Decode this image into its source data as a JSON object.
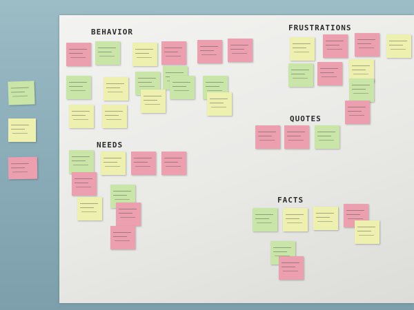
{
  "headings": {
    "behavior": "BEHAVIOR",
    "frustrations": "FRUSTRATIONS",
    "needs": "NEEDS",
    "quotes": "QUOTES",
    "facts": "FACTS"
  },
  "colors": {
    "wall": "#8fb0bc",
    "board": "#efefec",
    "pink_note": "#ec9fae",
    "green_note": "#c9e6a8",
    "yellow_note": "#eef0b0",
    "marker_ink": "#2a2a2a"
  }
}
